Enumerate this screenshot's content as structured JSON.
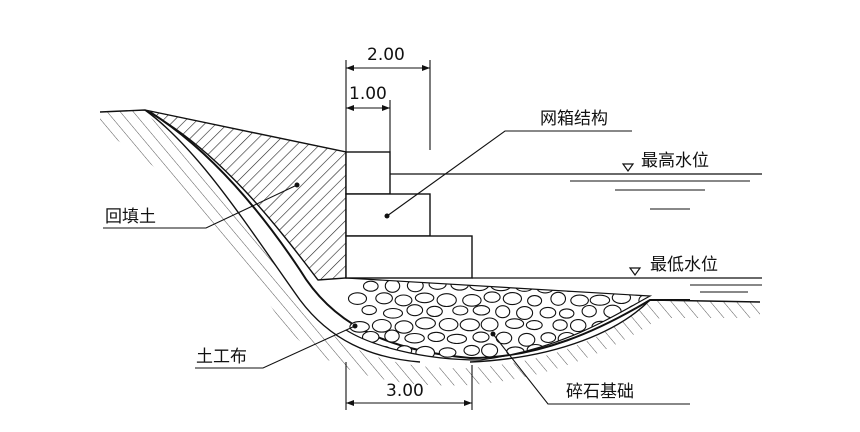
{
  "dimensions": {
    "top_width": "2.00",
    "step_width": "1.00",
    "base_width": "3.00"
  },
  "labels": {
    "gabion_structure": "网箱结构",
    "highest_water_level": "最高水位",
    "lowest_water_level": "最低水位",
    "backfill_soil": "回填土",
    "geotextile": "土工布",
    "gravel_foundation": "碎石基础"
  },
  "colors": {
    "line": "#111111",
    "background": "#ffffff"
  }
}
